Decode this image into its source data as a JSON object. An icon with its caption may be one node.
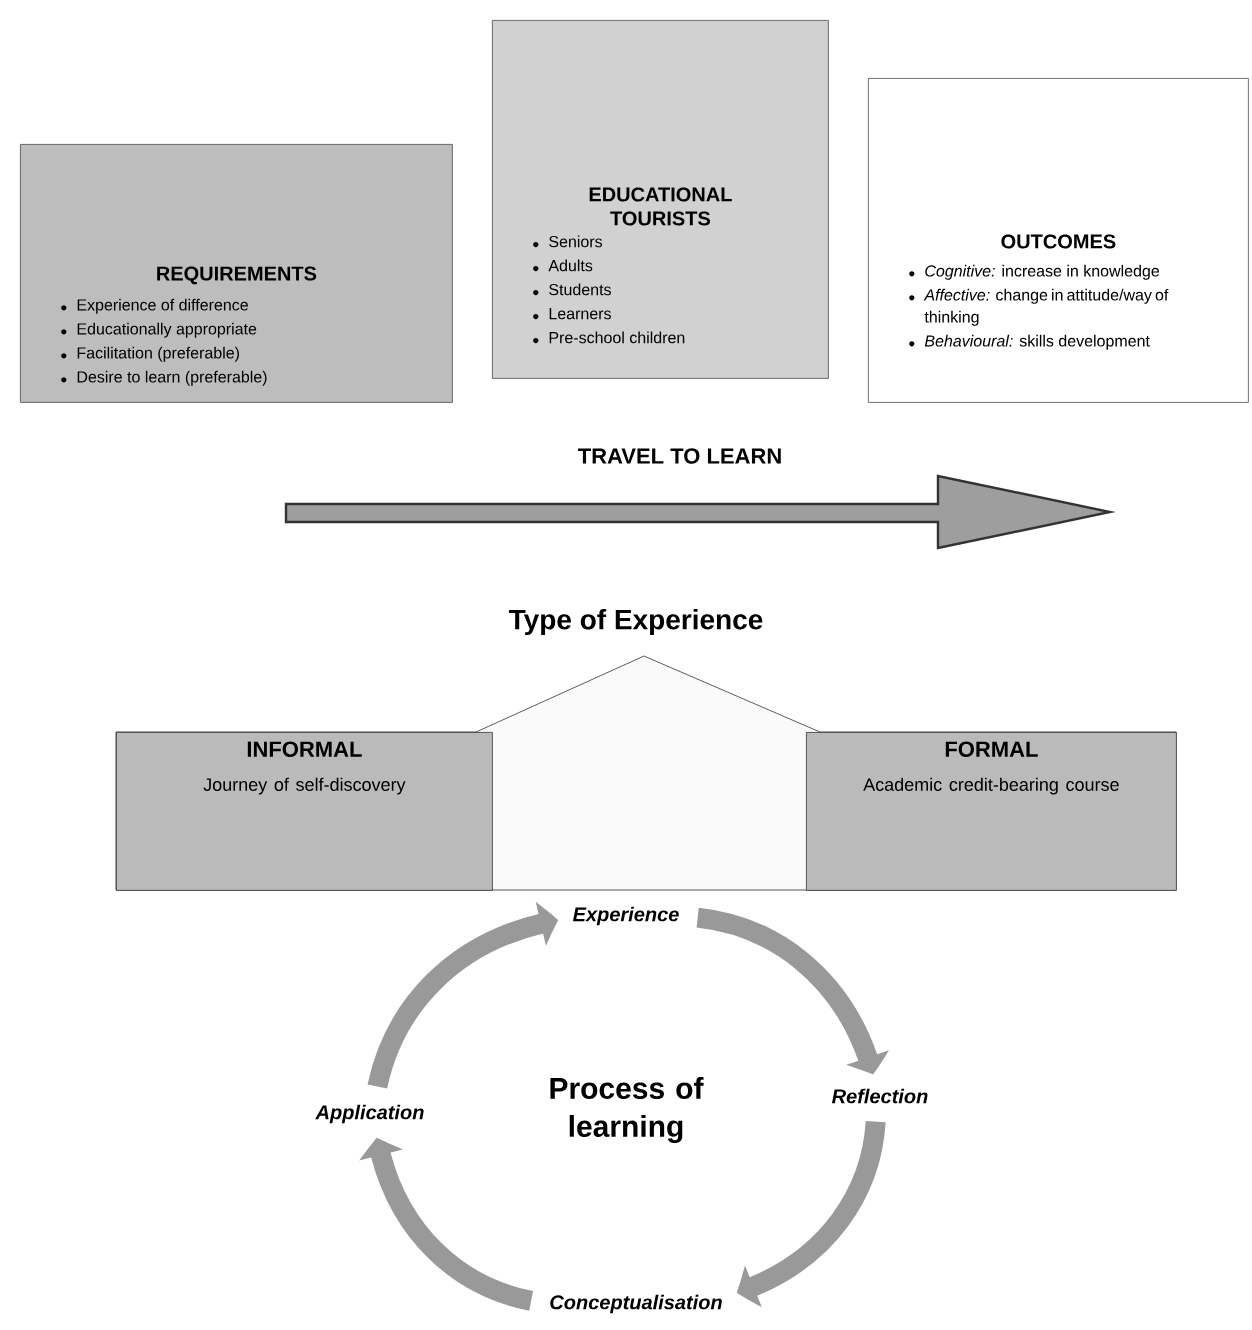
{
  "diagram": {
    "nodes": [
      {
        "text": [
          "REQUIREMENTS",
          "Experience of difference",
          "Educationally appropriate",
          "Facilitation (preferable)",
          "Desire to learn (preferable)"
        ]
      },
      {
        "text": [
          "EDUCATIONAL TOURISTS",
          "Seniors",
          "Adults",
          "Students",
          "Learners",
          "Pre-school children"
        ]
      },
      {
        "text": [
          "OUTCOMES",
          "*Cognitive:* increase in knowledge",
          "*Affective:* change in attitude/way of thinking",
          "*Behavioural:* skills development"
        ]
      },
      {
        "text": [
          "Type of Experience"
        ]
      },
      {
        "text": [
          "INFORMAL",
          "Journey of self-discovery"
        ],
        "in": 3
      },
      {
        "text": [
          "FORMAL",
          "Academic credit-bearing course"
        ],
        "in": 3
      },
      {
        "text": [
          "Experience"
        ]
      },
      {
        "text": [
          "Reflection"
        ]
      },
      {
        "text": [
          "Conceptualisation"
        ]
      },
      {
        "text": [
          "Application"
        ]
      }
    ],
    "edges": [
      {
        "from": 6,
        "to": 7,
        "arrow": "to"
      },
      {
        "from": 7,
        "to": 8,
        "arrow": "to"
      },
      {
        "from": 8,
        "to": 9,
        "arrow": "to"
      },
      {
        "from": 9,
        "to": 6,
        "arrow": "to"
      }
    ],
    "labels": [
      "TRAVEL TO LEARN",
      "Process of learning"
    ]
  }
}
